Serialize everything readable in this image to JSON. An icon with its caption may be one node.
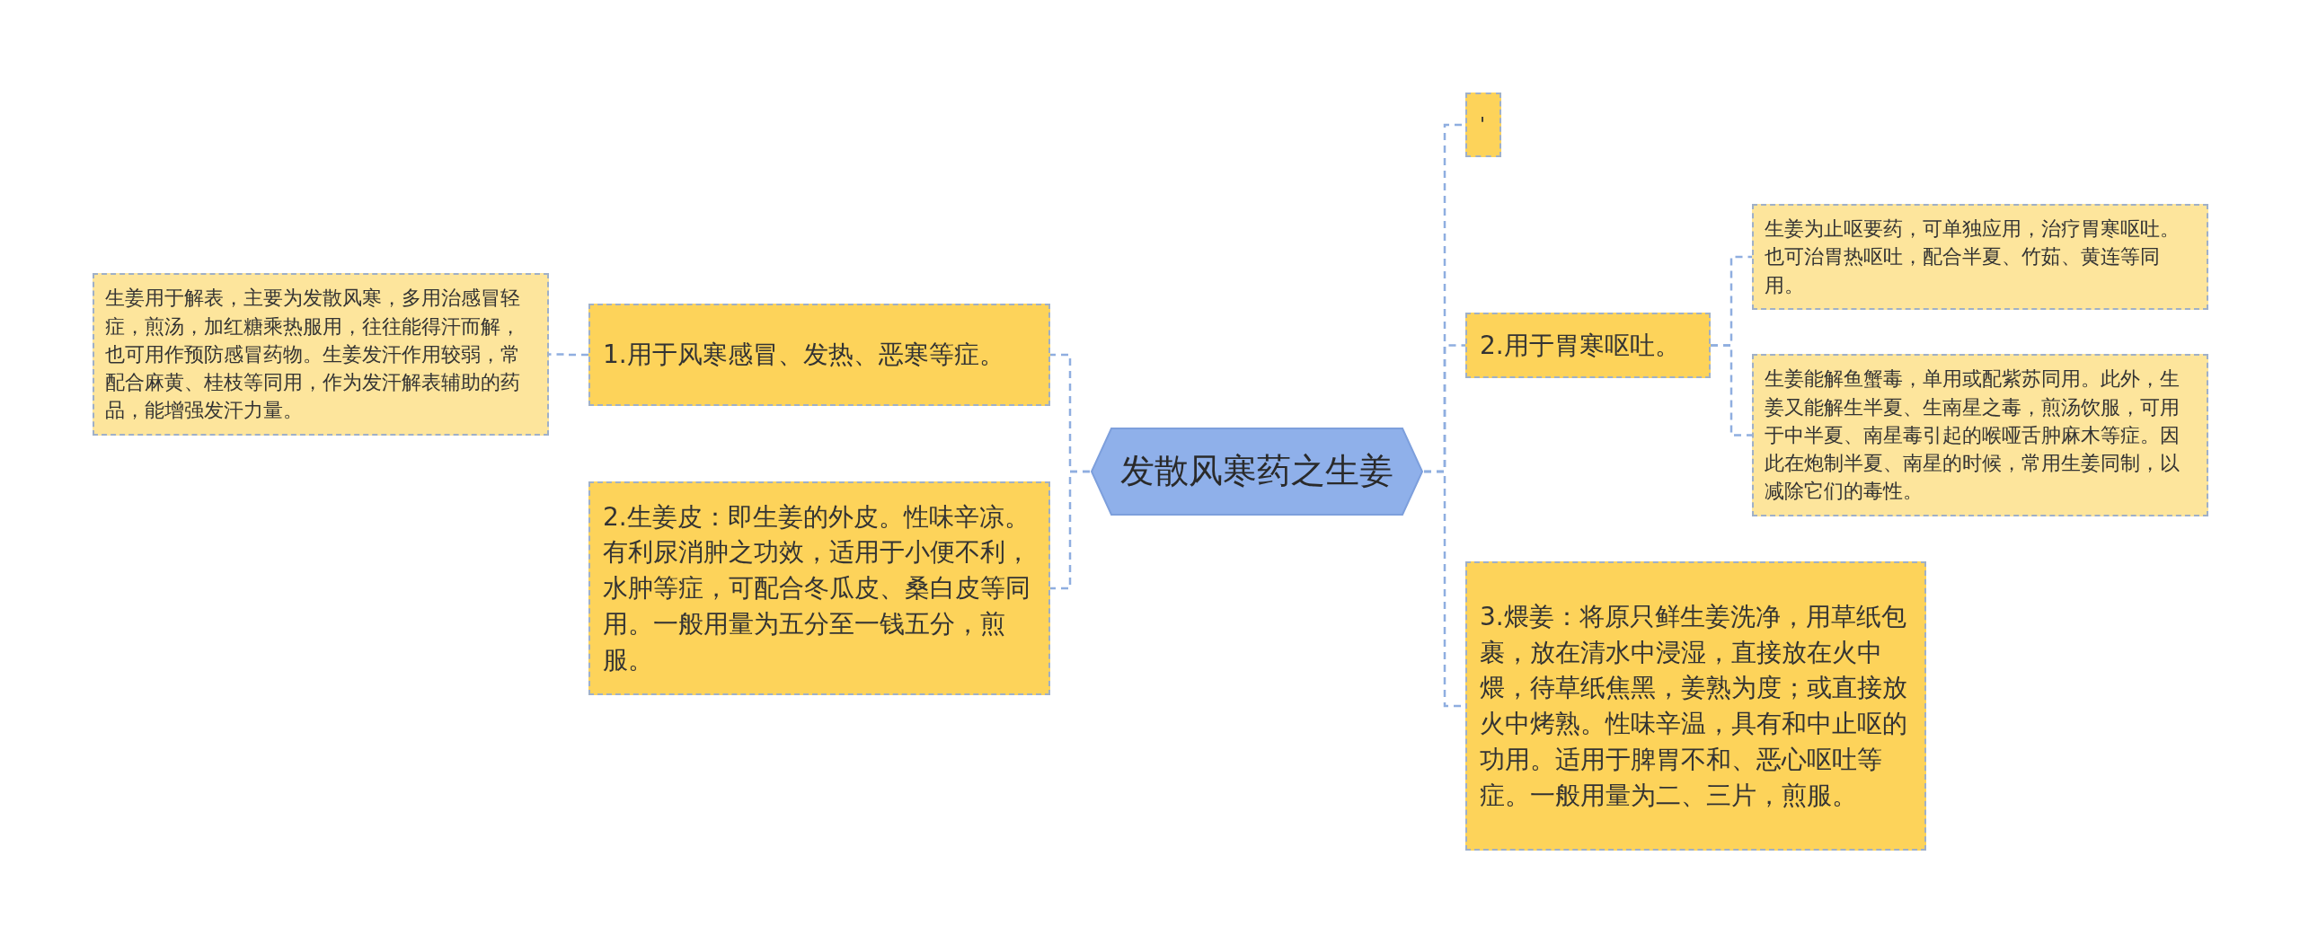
{
  "diagram": {
    "nodes": [
      {
        "text": [
          "发散风寒药之生姜"
        ]
      },
      {
        "text": [
          "1.用于风寒感冒、发热、恶寒等症。"
        ]
      },
      {
        "text": [
          "生姜用于解表，主要为发散风寒，多用治感冒轻症，煎汤，加红糖乘热服用，往往能得汗而解，也可用作预防感冒药物。生姜发汗作用较弱，常配合麻黄、桂枝等同用，作为发汗解表辅助的药品，能增强发汗力量。"
        ]
      },
      {
        "text": [
          "2.生姜皮：即生姜的外皮。性味辛凉。有利尿消肿之功效，适用于小便不利，水肿等症，可配合冬瓜皮、桑白皮等同用。一般用量为五分至一钱五分，煎服。"
        ]
      },
      {
        "text": [
          "'"
        ]
      },
      {
        "text": [
          "2.用于胃寒呕吐。"
        ]
      },
      {
        "text": [
          "生姜为止呕要药，可单独应用，治疗胃寒呕吐。也可治胃热呕吐，配合半夏、竹茹、黄连等同用。"
        ]
      },
      {
        "text": [
          "生姜能解鱼蟹毒，单用或配紫苏同用。此外，生姜又能解生半夏、生南星之毒，煎汤饮服，可用于中半夏、南星毒引起的喉哑舌肿麻木等症。因此在炮制半夏、南星的时候，常用生姜同制，以减除它们的毒性。"
        ]
      },
      {
        "text": [
          "3.煨姜：将原只鲜生姜洗净，用草纸包裹，放在清水中浸湿，直接放在火中煨，待草纸焦黑，姜熟为度；或直接放火中烤熟。性味辛温，具有和中止呕的功用。适用于脾胃不和、恶心呕吐等症。一般用量为二、三片，煎服。"
        ]
      }
    ],
    "edges": [
      {
        "from": 0,
        "to": 1,
        "arrow": "none"
      },
      {
        "from": 1,
        "to": 2,
        "arrow": "none"
      },
      {
        "from": 0,
        "to": 3,
        "arrow": "none"
      },
      {
        "from": 0,
        "to": 4,
        "arrow": "none"
      },
      {
        "from": 0,
        "to": 5,
        "arrow": "none"
      },
      {
        "from": 5,
        "to": 6,
        "arrow": "none"
      },
      {
        "from": 5,
        "to": 7,
        "arrow": "none"
      },
      {
        "from": 0,
        "to": 8,
        "arrow": "none"
      }
    ]
  }
}
